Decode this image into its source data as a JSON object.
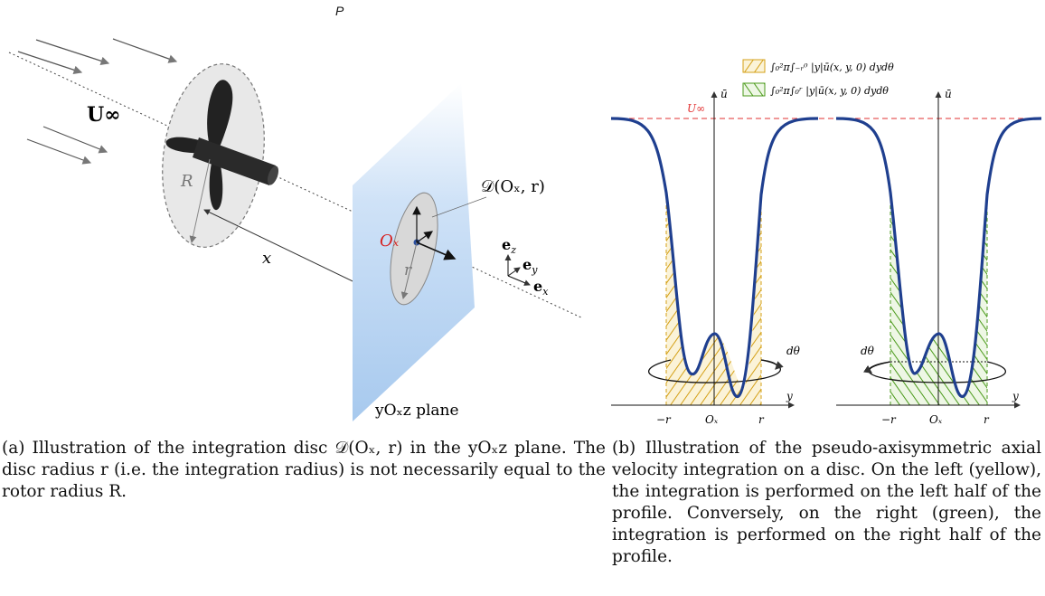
{
  "page": {
    "letter": "P"
  },
  "figure_a": {
    "labels": {
      "freestream": "U∞",
      "rotor_radius": "R",
      "distance": "x",
      "disc": "𝒟(Oₓ, r)",
      "origin": "Oₓ",
      "disc_radius": "r",
      "ez": "e",
      "ez_sub": "z",
      "ey": "e",
      "ey_sub": "y",
      "ex": "e",
      "ex_sub": "x",
      "plane": "yOₓz plane"
    },
    "caption": "(a) Illustration of the integration disc 𝒟(Oₓ, r) in the yOₓz plane. The disc radius r (i.e. the integration radius) is not necessarily equal to the rotor radius R."
  },
  "figure_b": {
    "legend": [
      {
        "label": "∫₀²π∫₋ᵣ⁰ |y|ū(x, y, 0) dydθ",
        "color": "#d4a017",
        "hatch": "left"
      },
      {
        "label": "∫₀²π∫₀ʳ |y|ū(x, y, 0) dydθ",
        "color": "#4a9a1a",
        "hatch": "right"
      }
    ],
    "labels": {
      "u_axis": "ū",
      "u_inf": "U∞",
      "y_axis": "y",
      "dtheta": "dθ",
      "tick_left": "−r",
      "tick_mid": "Oₓ",
      "tick_right": "r"
    },
    "colors": {
      "profile": "#1f3f8f",
      "u_inf_line": "#e23030",
      "yellow": "#d4a017",
      "green": "#4a9a1a"
    },
    "caption": "(b) Illustration of the pseudo-axisymmetric axial velocity integration on a disc. On the left (yellow), the integration is performed on the left half of the profile. Conversely, on the right (green), the integration is performed on the right half of the profile."
  }
}
